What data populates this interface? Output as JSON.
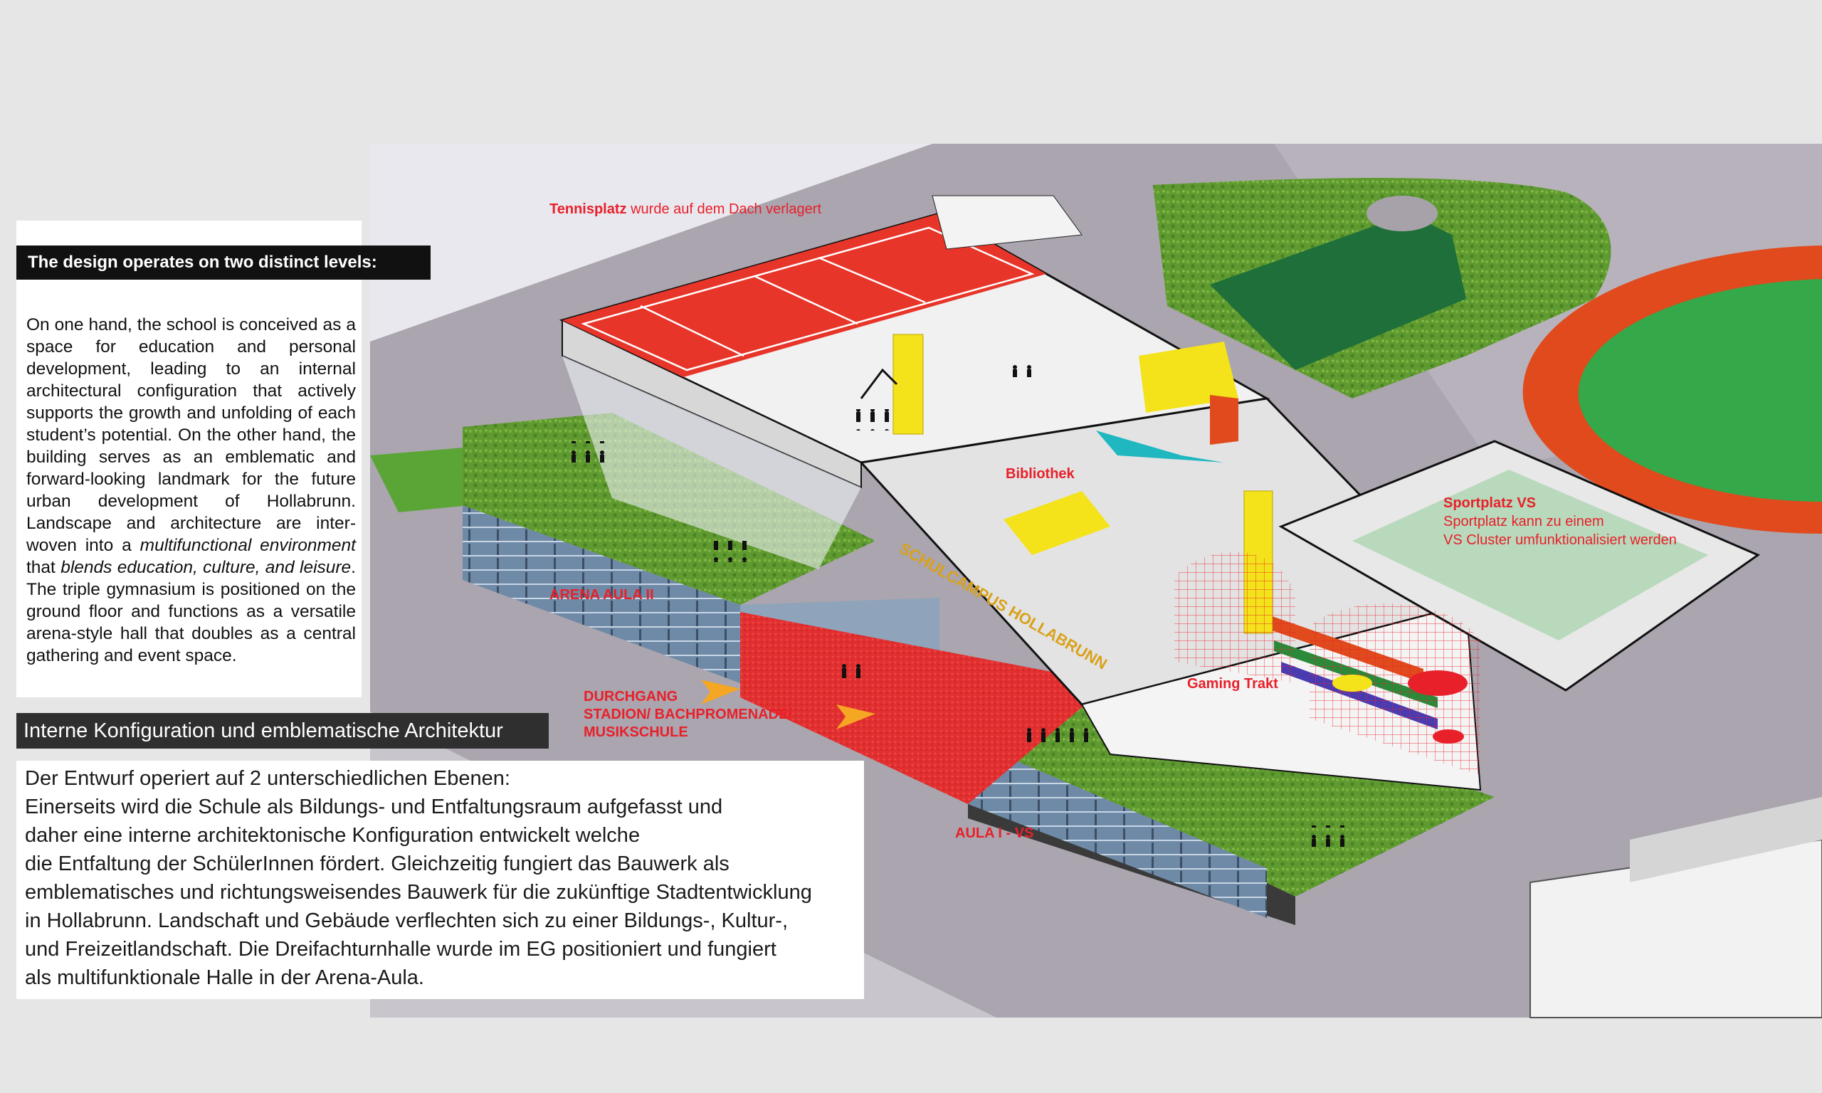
{
  "english_panel": {
    "heading": "The design operates on two distinct levels:",
    "p1": "On one hand, the school is conceived as a space for education and personal development, leading to an internal architectural configuration that actively supports the growth and unfolding of each student’s potential. On the other hand, the building serves as an emblematic and forward-looking landmark for the future urban development of Hollabrunn. Landscape and architecture are inter- woven into a ",
    "p1_italic1": "multifunctional environment",
    "p1_mid": " that ",
    "p1_italic2": "blends education, culture, and leisure",
    "p1_end": ". The triple gymnasium is positioned on the ground floor and functions as a versatile arena-style hall that doubles as a central gathering and event space."
  },
  "german_panel": {
    "heading": "Interne Konfiguration und emblematische Architektur",
    "lines": [
      "Der Entwurf operiert auf 2 unterschiedlichen Ebenen:",
      "Einerseits wird die Schule als Bildungs- und Entfaltungsraum aufgefasst und",
      "daher eine interne architektonische Konfiguration entwickelt welche",
      "die Entfaltung der SchülerInnen fördert. Gleichzeitig fungiert das Bauwerk als",
      "emblematisches und richtungsweisendes Bauwerk für die zukünftige Stadtentwicklung",
      "in Hollabrunn. Landschaft und Gebäude verflechten sich zu einer Bildungs-, Kultur-,",
      "und Freizeitlandschaft. Die Dreifachturnhalle wurde im EG positioniert und fungiert",
      "als multifunktionale Halle in der Arena-Aula."
    ]
  },
  "labels": {
    "tennis_bold": "Tennisplatz",
    "tennis_rest": " wurde auf dem Dach verlagert",
    "bibliothek": "Bibliothek",
    "sportplatz_title": "Sportplatz VS",
    "sportplatz_l1": "Sportplatz kann zu einem",
    "sportplatz_l2": "VS Cluster umfunktionalisiert werden",
    "arena": "ARENA AULA II",
    "durchgang_l1": "DURCHGANG",
    "durchgang_l2": "STADION/ BACHPROMENADE/",
    "durchgang_l3": "MUSIKSCHULE",
    "gaming": "Gaming Trakt",
    "aula": "AULA I - VS",
    "facade_sign": "SCHULCAMPUS HOLLABRUNN"
  },
  "colors": {
    "accent_red": "#e8202a",
    "tennis_red": "#e8352a",
    "green_roof": "#5c9a2c",
    "track_orange": "#e04a1c",
    "yellow": "#f4e21a"
  }
}
